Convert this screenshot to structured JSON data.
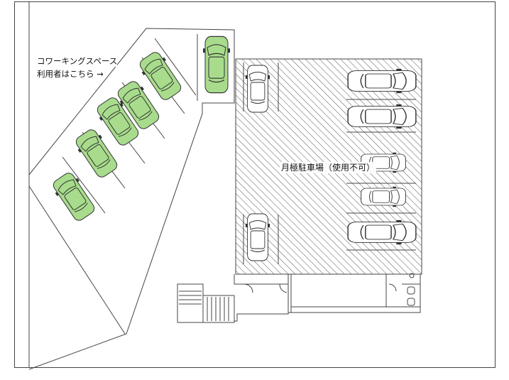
{
  "labels": {
    "coworking_line1": "コワーキングスペース",
    "coworking_line2": "利用者はこちら →",
    "monthly_parking": "月極駐車場（使用不可）"
  },
  "colors": {
    "green_car": "#a8dc8c",
    "line": "#333333",
    "hatch": "#555555",
    "background": "#ffffff"
  }
}
